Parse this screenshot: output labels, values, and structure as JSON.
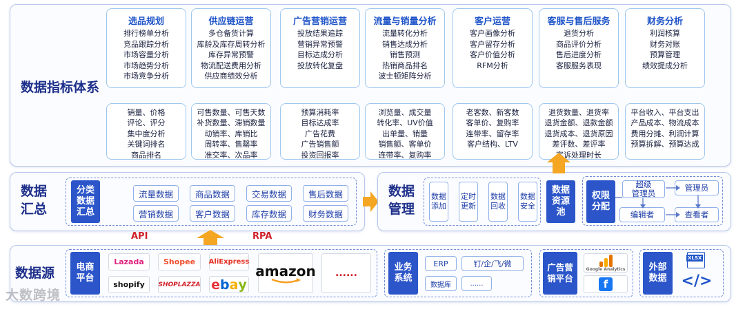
{
  "layers": {
    "metrics_system": "数据指标体系",
    "aggregation": "数据\n汇总",
    "management": "数据\n管理",
    "source": "数据源"
  },
  "categories": [
    {
      "title": "选品规划",
      "items": [
        "排行榜单分析",
        "竞品跟踪分析",
        "市场容量分析",
        "市场趋势分析",
        "市场竞争分析"
      ],
      "metrics": [
        "销量、价格",
        "评论、评分",
        "集中度分析",
        "关键词排名",
        "商品排名"
      ]
    },
    {
      "title": "供应链运营",
      "items": [
        "多仓备货计算",
        "库龄及库存周转分析",
        "库存异常预警",
        "物流配送费用分析",
        "供应商绩效分析"
      ],
      "metrics": [
        "可售数量、可售天数",
        "补货数量、滞销数量",
        "动销率、库销比",
        "周转率、售罄率",
        "准交率、次品率"
      ]
    },
    {
      "title": "广告营销运营",
      "items": [
        "投放结果追踪",
        "营销异常预警",
        "目标达成分析",
        "投放转化复盘"
      ],
      "metrics": [
        "预算消耗率",
        "目标达成率",
        "广告花费",
        "广告销售额",
        "投资回报率"
      ]
    },
    {
      "title": "流量与销量分析",
      "items": [
        "流量转化分析",
        "销售达成分析",
        "销售预测",
        "热销商品排名",
        "波士顿矩阵分析"
      ],
      "metrics": [
        "浏览量、成交量",
        "转化率、UV价值",
        "出单量、销量",
        "销售额、客单价",
        "连带率、复购率"
      ]
    },
    {
      "title": "客户运营",
      "items": [
        "客户画像分析",
        "客户留存分析",
        "客户价值分析",
        "RFM分析"
      ],
      "metrics": [
        "老客数、新客数",
        "客单价、复购率",
        "连带率、留存率",
        "客户结构、LTV"
      ]
    },
    {
      "title": "客服与售后服务",
      "items": [
        "退货分析",
        "商品评价分析",
        "售后进度分析",
        "客服服务表现"
      ],
      "metrics": [
        "退货数量、退货率",
        "退货金额、退款金额",
        "退货成本、退货原因",
        "差评数、差评率",
        "客诉处理时长"
      ]
    },
    {
      "title": "财务分析",
      "items": [
        "利润核算",
        "财务对账",
        "预算管理",
        "绩效提成分析"
      ],
      "metrics": [
        "平台收入、平台支出",
        "产品成本、物流成本",
        "费用分摊、利润计算",
        "预算拆解、预算达成"
      ]
    }
  ],
  "aggregation": {
    "label": "分类\n数据\n汇总",
    "chips": [
      "流量数据",
      "商品数据",
      "交易数据",
      "售后数据",
      "营销数据",
      "客户数据",
      "库存数据",
      "财务数据"
    ]
  },
  "management": {
    "steps": [
      "数据\n添加",
      "定时\n更新",
      "数据\n回收",
      "数据\n安全"
    ],
    "pool": "数据\n资源\n池",
    "permission": "权限\n分配",
    "roles": [
      "超级\n管理员",
      "管理员",
      "编辑者",
      "查看者"
    ]
  },
  "ingest": [
    "API",
    "RPA"
  ],
  "sources": {
    "ecommerce": {
      "label": "电商\n平台",
      "logos": [
        "Lazada",
        "Shopee",
        "AliExpress",
        "amazon",
        "......",
        "shopify",
        "SHOPLAZZA",
        "ebay"
      ]
    },
    "business": {
      "label": "业务\n系统",
      "chips": [
        "ERP",
        "钉/企/飞/微",
        "数据库",
        "......"
      ]
    },
    "ads": {
      "label": "广告营\n销平台",
      "logos": [
        "Google Analytics",
        "f"
      ]
    },
    "external": {
      "label": "外部\n数据",
      "icons": [
        "XLSX",
        "</>"
      ]
    }
  },
  "watermark": "大数跨境",
  "colors": {
    "primary": "#2b55c9",
    "title": "#1d2f8a",
    "arrow": "#f5a623",
    "red": "#d0202a"
  }
}
